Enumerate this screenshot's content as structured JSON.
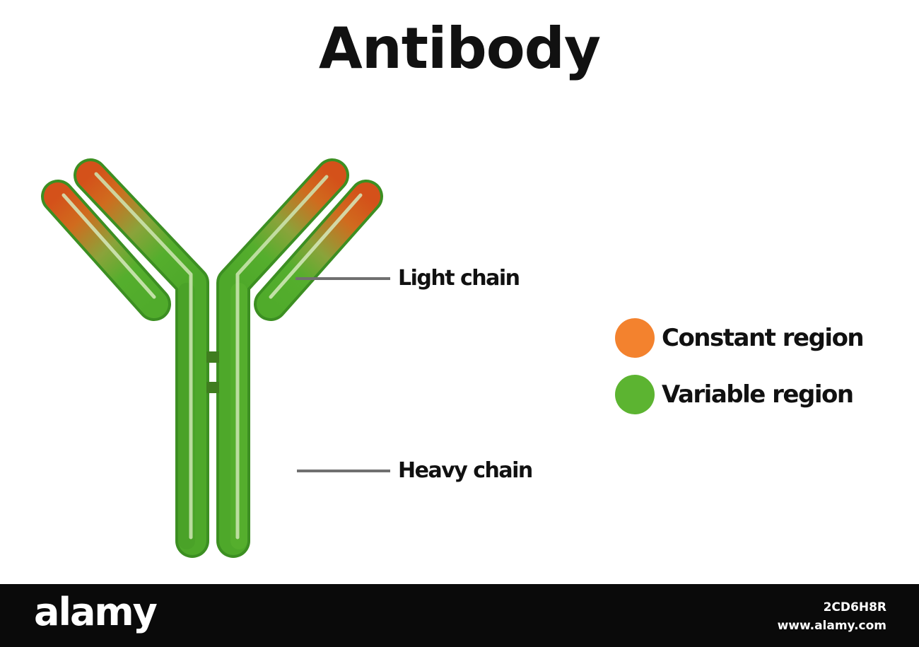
{
  "title": "Antibody",
  "labels": {
    "light_chain": "Light chain",
    "heavy_chain": "Heavy chain"
  },
  "legend": [
    {
      "label": "Constant region",
      "color": "#f3822e"
    },
    {
      "label": "Variable region",
      "color": "#5cb431"
    }
  ],
  "colors": {
    "tip_orange": "#d9531c",
    "arm_green": "#52ad2c",
    "stem_green": "#4aa228",
    "outline_green": "#3c8f22",
    "leader_line": "#707070"
  },
  "footer": {
    "brand": "alamy",
    "image_id": "2CD6H8R",
    "site": "www.alamy.com"
  }
}
